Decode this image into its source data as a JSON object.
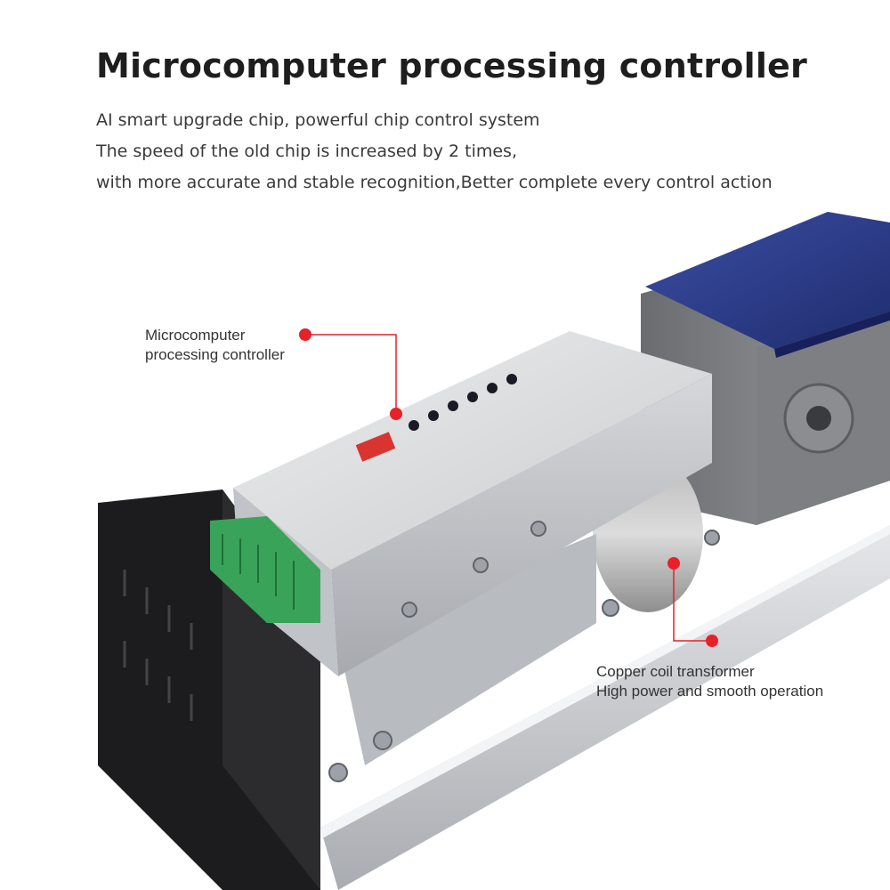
{
  "header": {
    "title": "Microcomputer processing controller",
    "lines": [
      "AI smart upgrade chip, powerful chip control system",
      "The speed of the old chip is increased by 2 times,",
      "with more accurate and stable recognition,Better complete every control action"
    ]
  },
  "callouts": [
    {
      "line1": "Microcomputer",
      "line2": "processing controller"
    },
    {
      "line1": "Copper coil transformer",
      "line2": "High power and smooth operation"
    }
  ],
  "colors": {
    "callout_marker": "#e8202a",
    "controller_body": "#d7d9dc",
    "power_box": "#1e1e20",
    "motor_cover": "#2e3f8f",
    "terminal_block": "#3aa35a"
  }
}
